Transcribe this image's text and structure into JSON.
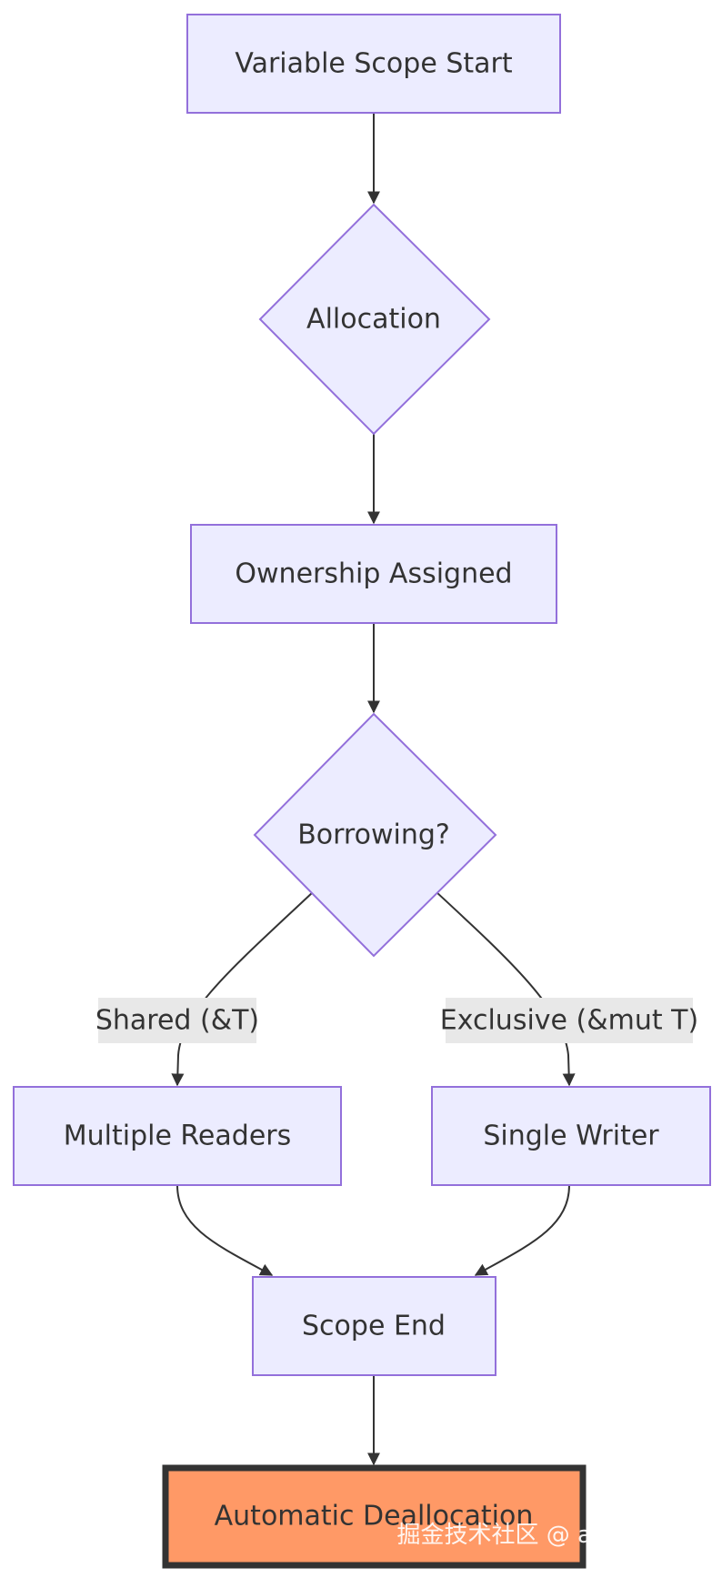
{
  "nodes": {
    "scope_start": "Variable Scope Start",
    "allocation": "Allocation",
    "ownership": "Ownership Assigned",
    "borrowing": "Borrowing?",
    "multiple_readers": "Multiple Readers",
    "single_writer": "Single Writer",
    "scope_end": "Scope End",
    "dealloc": "Automatic Deallocation"
  },
  "edge_labels": {
    "shared": "Shared (&T)",
    "exclusive": "Exclusive (&mut T)"
  },
  "watermark": "掘金技术社区 @ alwaysrun",
  "colors": {
    "node_fill": "#ececff",
    "node_stroke": "#9370db",
    "edge": "#333333",
    "label_bg": "#e8e8e8",
    "dealloc_fill": "#ff9966",
    "dealloc_stroke": "#333333"
  }
}
